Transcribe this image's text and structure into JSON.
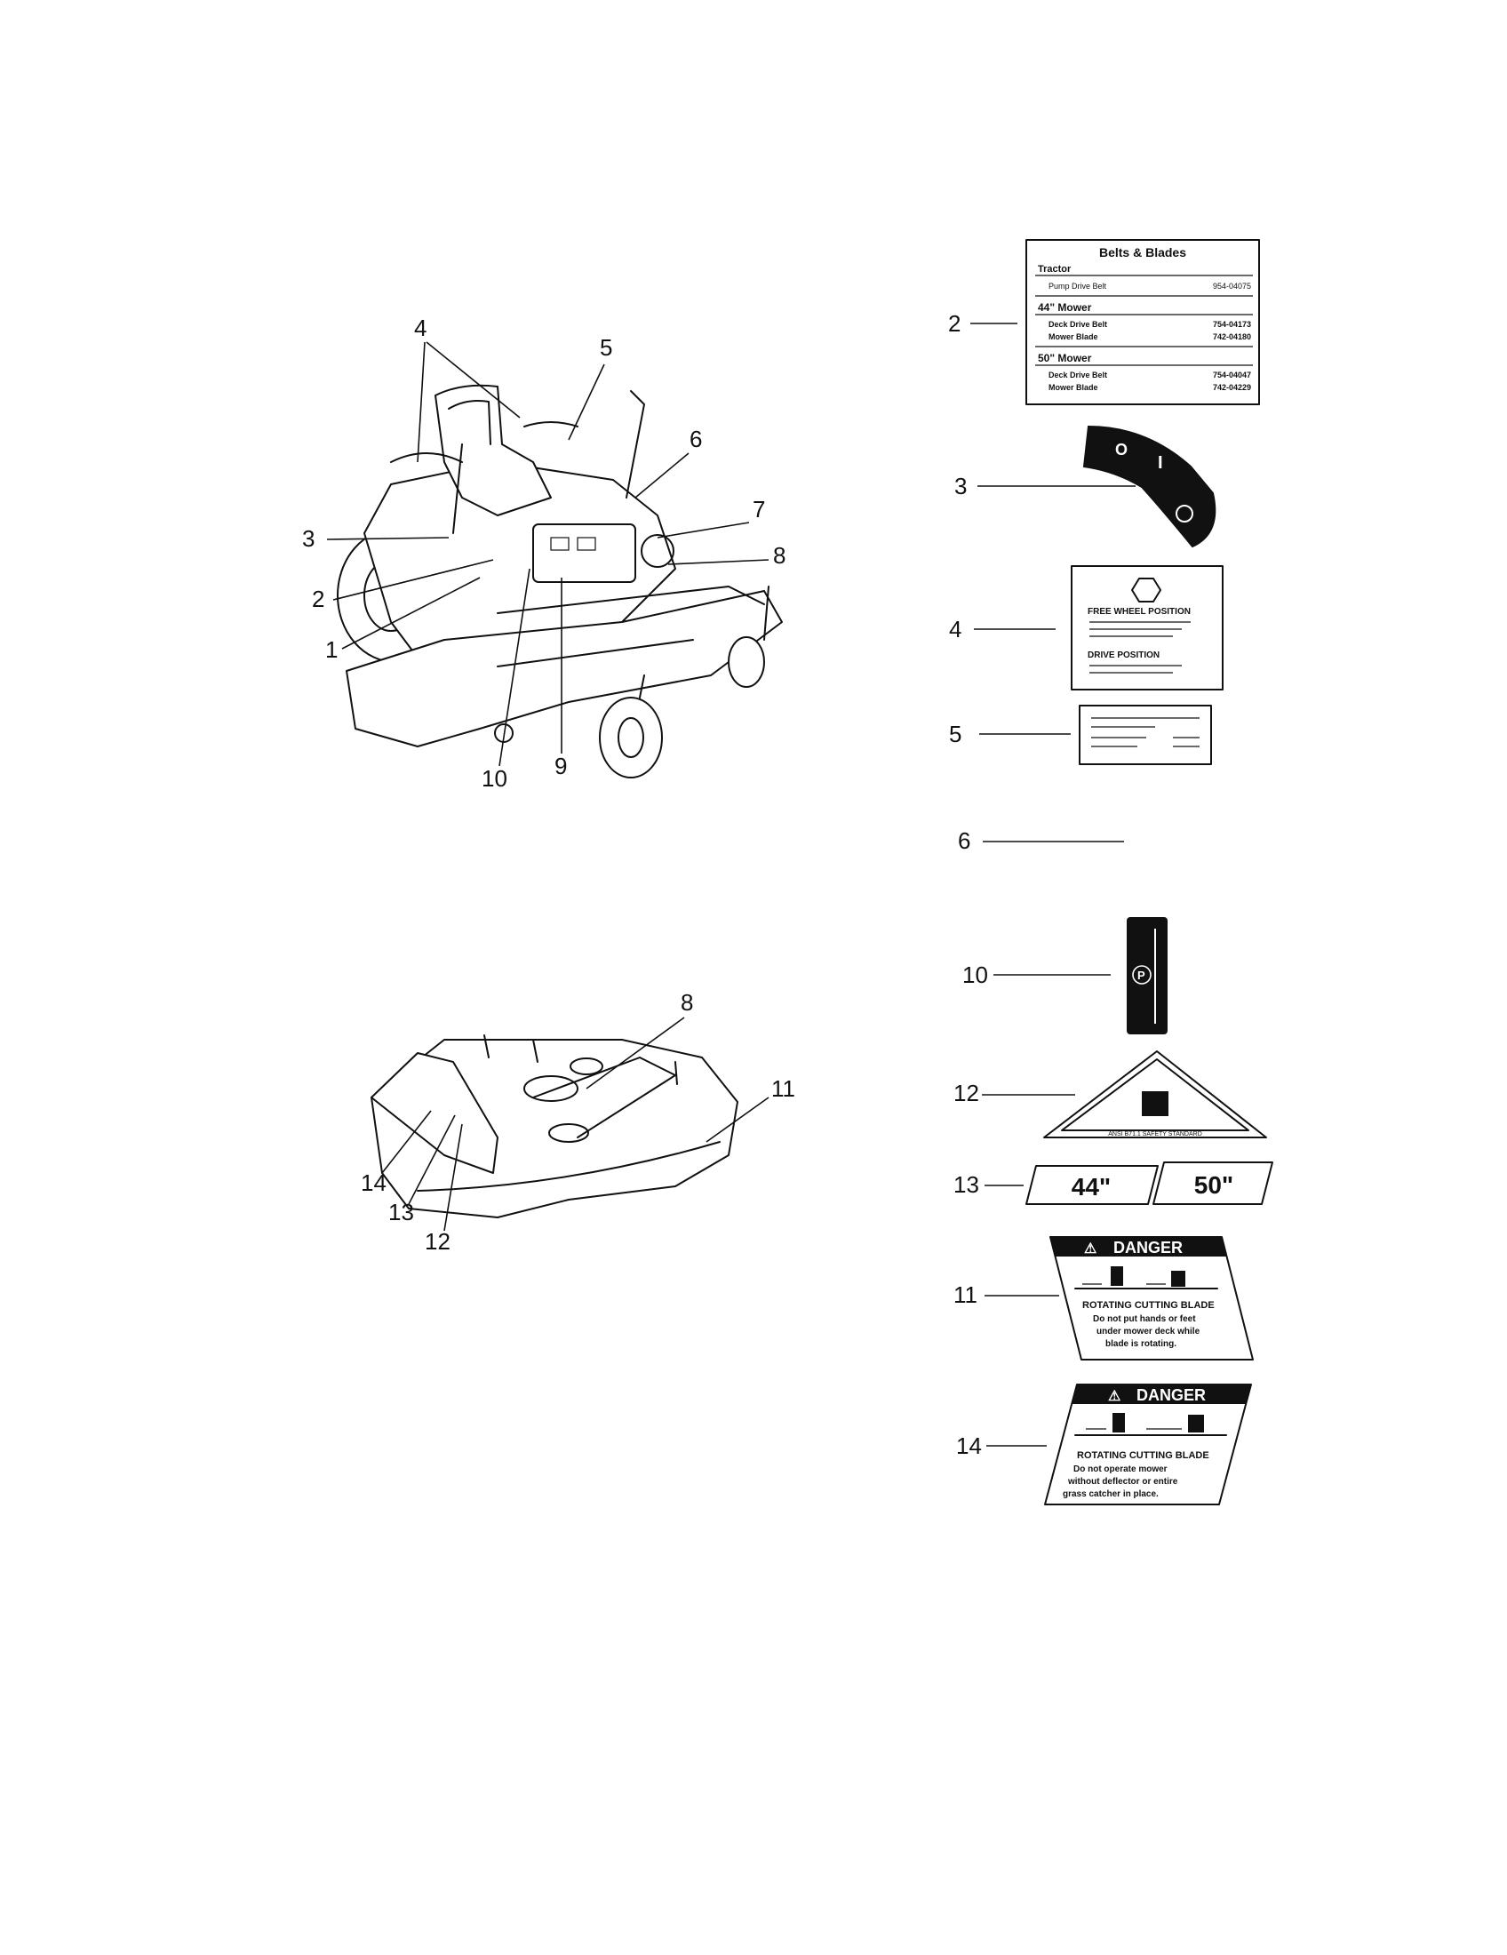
{
  "callouts": {
    "tractor": [
      "4",
      "5",
      "6",
      "7",
      "8",
      "3",
      "2",
      "1",
      "10",
      "9"
    ],
    "deck": [
      "8",
      "11",
      "14",
      "13",
      "12"
    ],
    "decals": [
      "2",
      "3",
      "4",
      "5",
      "6",
      "10",
      "12",
      "13",
      "11",
      "14"
    ]
  },
  "decal_2": {
    "title": "Belts & Blades",
    "tractor_heading": "Tractor",
    "tractor_rows": [
      {
        "label": "Pump Drive Belt",
        "value": "954-04075"
      }
    ],
    "mower44_heading": "44\" Mower",
    "mower44_rows": [
      {
        "label": "Deck Drive Belt",
        "value": "754-04173"
      },
      {
        "label": "Mower Blade",
        "value": "742-04180"
      }
    ],
    "mower50_heading": "50\" Mower",
    "mower50_rows": [
      {
        "label": "Deck Drive Belt",
        "value": "754-04047"
      },
      {
        "label": "Mower Blade",
        "value": "742-04229"
      }
    ]
  },
  "decal_3": {
    "symbols": [
      "O",
      "I"
    ]
  },
  "decal_4": {
    "free_wheel_heading": "FREE WHEEL POSITION",
    "drive_heading": "DRIVE POSITION"
  },
  "decal_10": {
    "center_symbol": "P"
  },
  "decal_12": {
    "bottom_text": "ANSI B71.1 SAFETY STANDARD"
  },
  "decal_13": {
    "size_a": "44\"",
    "size_b": "50\""
  },
  "decal_11": {
    "header": "DANGER",
    "title": "ROTATING CUTTING BLADE",
    "lines": [
      "Do not put hands or feet",
      "under mower deck while",
      "blade is rotating."
    ]
  },
  "decal_14": {
    "header": "DANGER",
    "title": "ROTATING CUTTING BLADE",
    "lines": [
      "Do not operate mower",
      "without deflector or entire",
      "grass catcher in place."
    ]
  },
  "colors": {
    "ink": "#111111",
    "paper": "#ffffff"
  }
}
